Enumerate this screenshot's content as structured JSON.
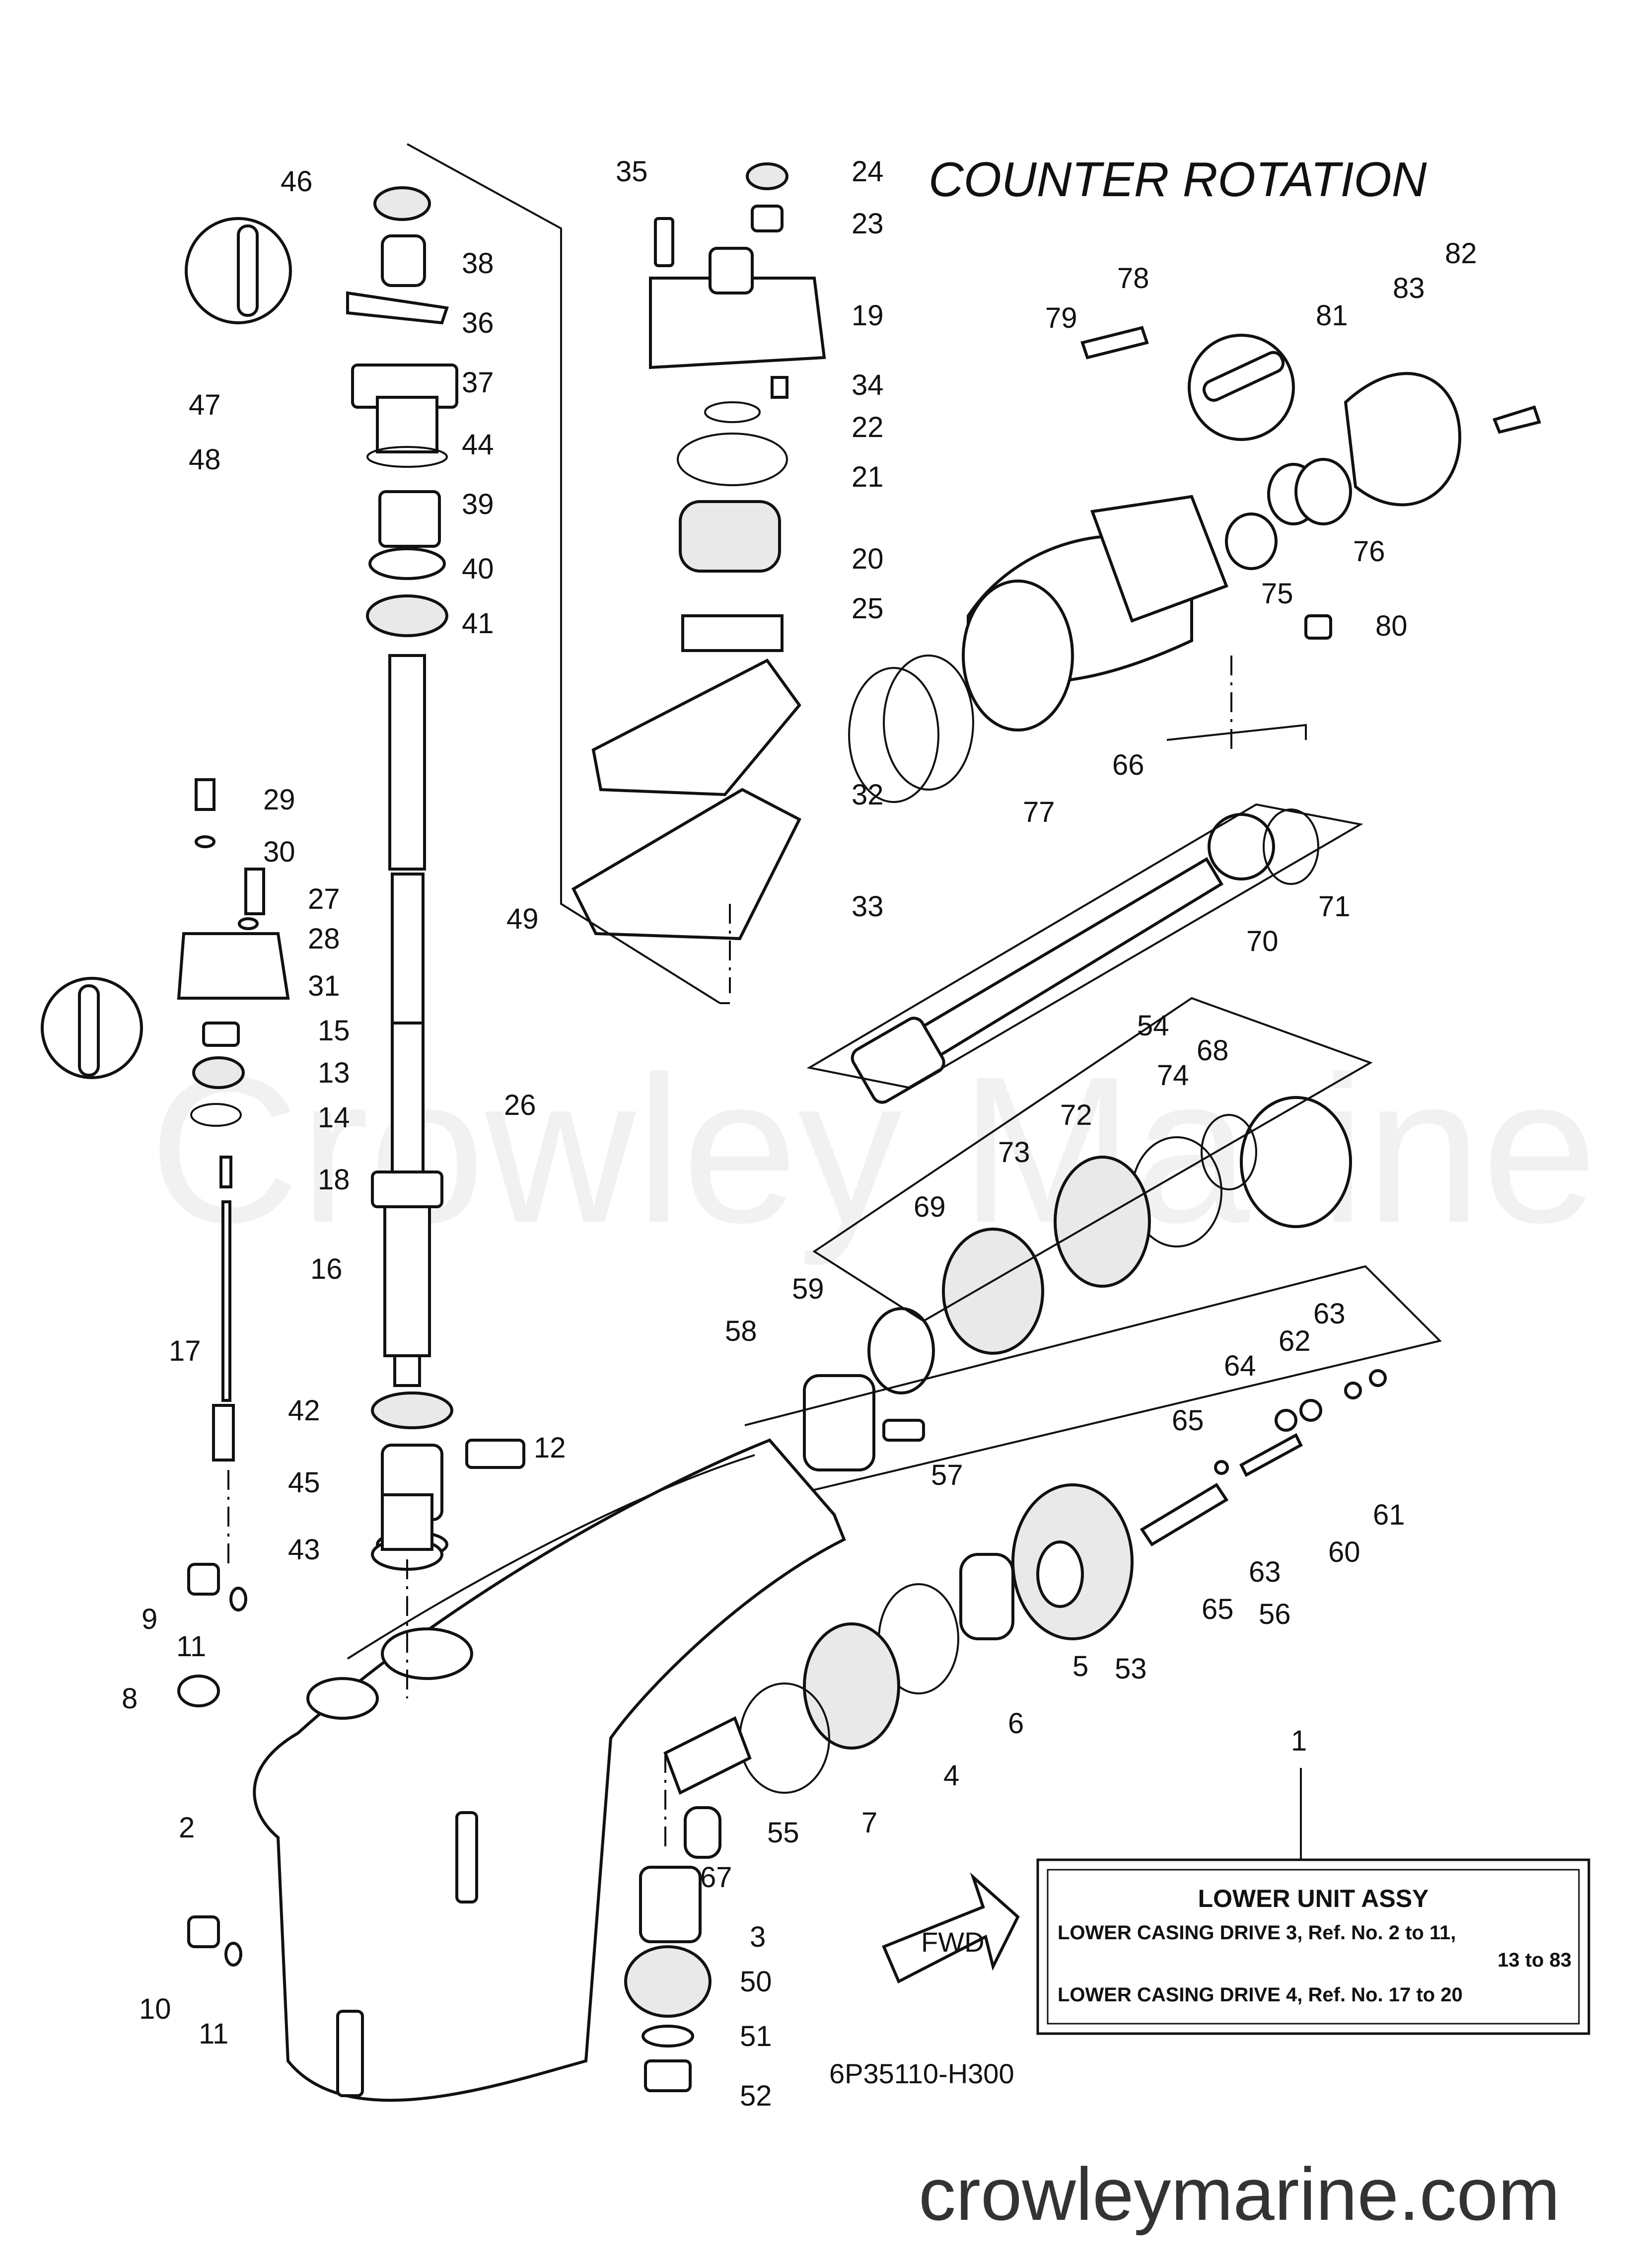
{
  "title": "COUNTER ROTATION",
  "watermark": "Crowley Marine",
  "footer_url": "crowleymarine.com",
  "diagram_code": "6P35110-H300",
  "fwd_label": "FWD",
  "assy_box": {
    "header": "LOWER UNIT ASSY",
    "line1": "LOWER CASING DRIVE 3,  Ref. No. 2 to 11,",
    "line2": "13  to  83",
    "line3": "LOWER CASING DRIVE 4,  Ref. No. 17 to 20"
  },
  "callouts": {
    "c1": "1",
    "c2": "2",
    "c3": "3",
    "c4": "4",
    "c5": "5",
    "c6": "6",
    "c7": "7",
    "c8": "8",
    "c9": "9",
    "c10": "10",
    "c11a": "11",
    "c11b": "11",
    "c12": "12",
    "c13": "13",
    "c14": "14",
    "c15": "15",
    "c16": "16",
    "c17": "17",
    "c18": "18",
    "c19": "19",
    "c20": "20",
    "c21": "21",
    "c22": "22",
    "c23": "23",
    "c24": "24",
    "c25": "25",
    "c26": "26",
    "c27": "27",
    "c28": "28",
    "c29": "29",
    "c30": "30",
    "c31": "31",
    "c32": "32",
    "c33": "33",
    "c34": "34",
    "c35": "35",
    "c36": "36",
    "c37": "37",
    "c38": "38",
    "c39": "39",
    "c40": "40",
    "c41": "41",
    "c42": "42",
    "c43": "43",
    "c44": "44",
    "c45": "45",
    "c46": "46",
    "c47": "47",
    "c48": "48",
    "c49": "49",
    "c50": "50",
    "c51": "51",
    "c52": "52",
    "c53": "53",
    "c54": "54",
    "c55": "55",
    "c56": "56",
    "c57": "57",
    "c58": "58",
    "c59": "59",
    "c60": "60",
    "c61": "61",
    "c62": "62",
    "c63a": "63",
    "c63b": "63",
    "c64": "64",
    "c65a": "65",
    "c65b": "65",
    "c66": "66",
    "c67": "67",
    "c68": "68",
    "c69": "69",
    "c70": "70",
    "c71": "71",
    "c72": "72",
    "c73": "73",
    "c74": "74",
    "c75": "75",
    "c76": "76",
    "c77": "77",
    "c78": "78",
    "c79": "79",
    "c80": "80",
    "c81": "81",
    "c82": "82",
    "c83": "83"
  }
}
